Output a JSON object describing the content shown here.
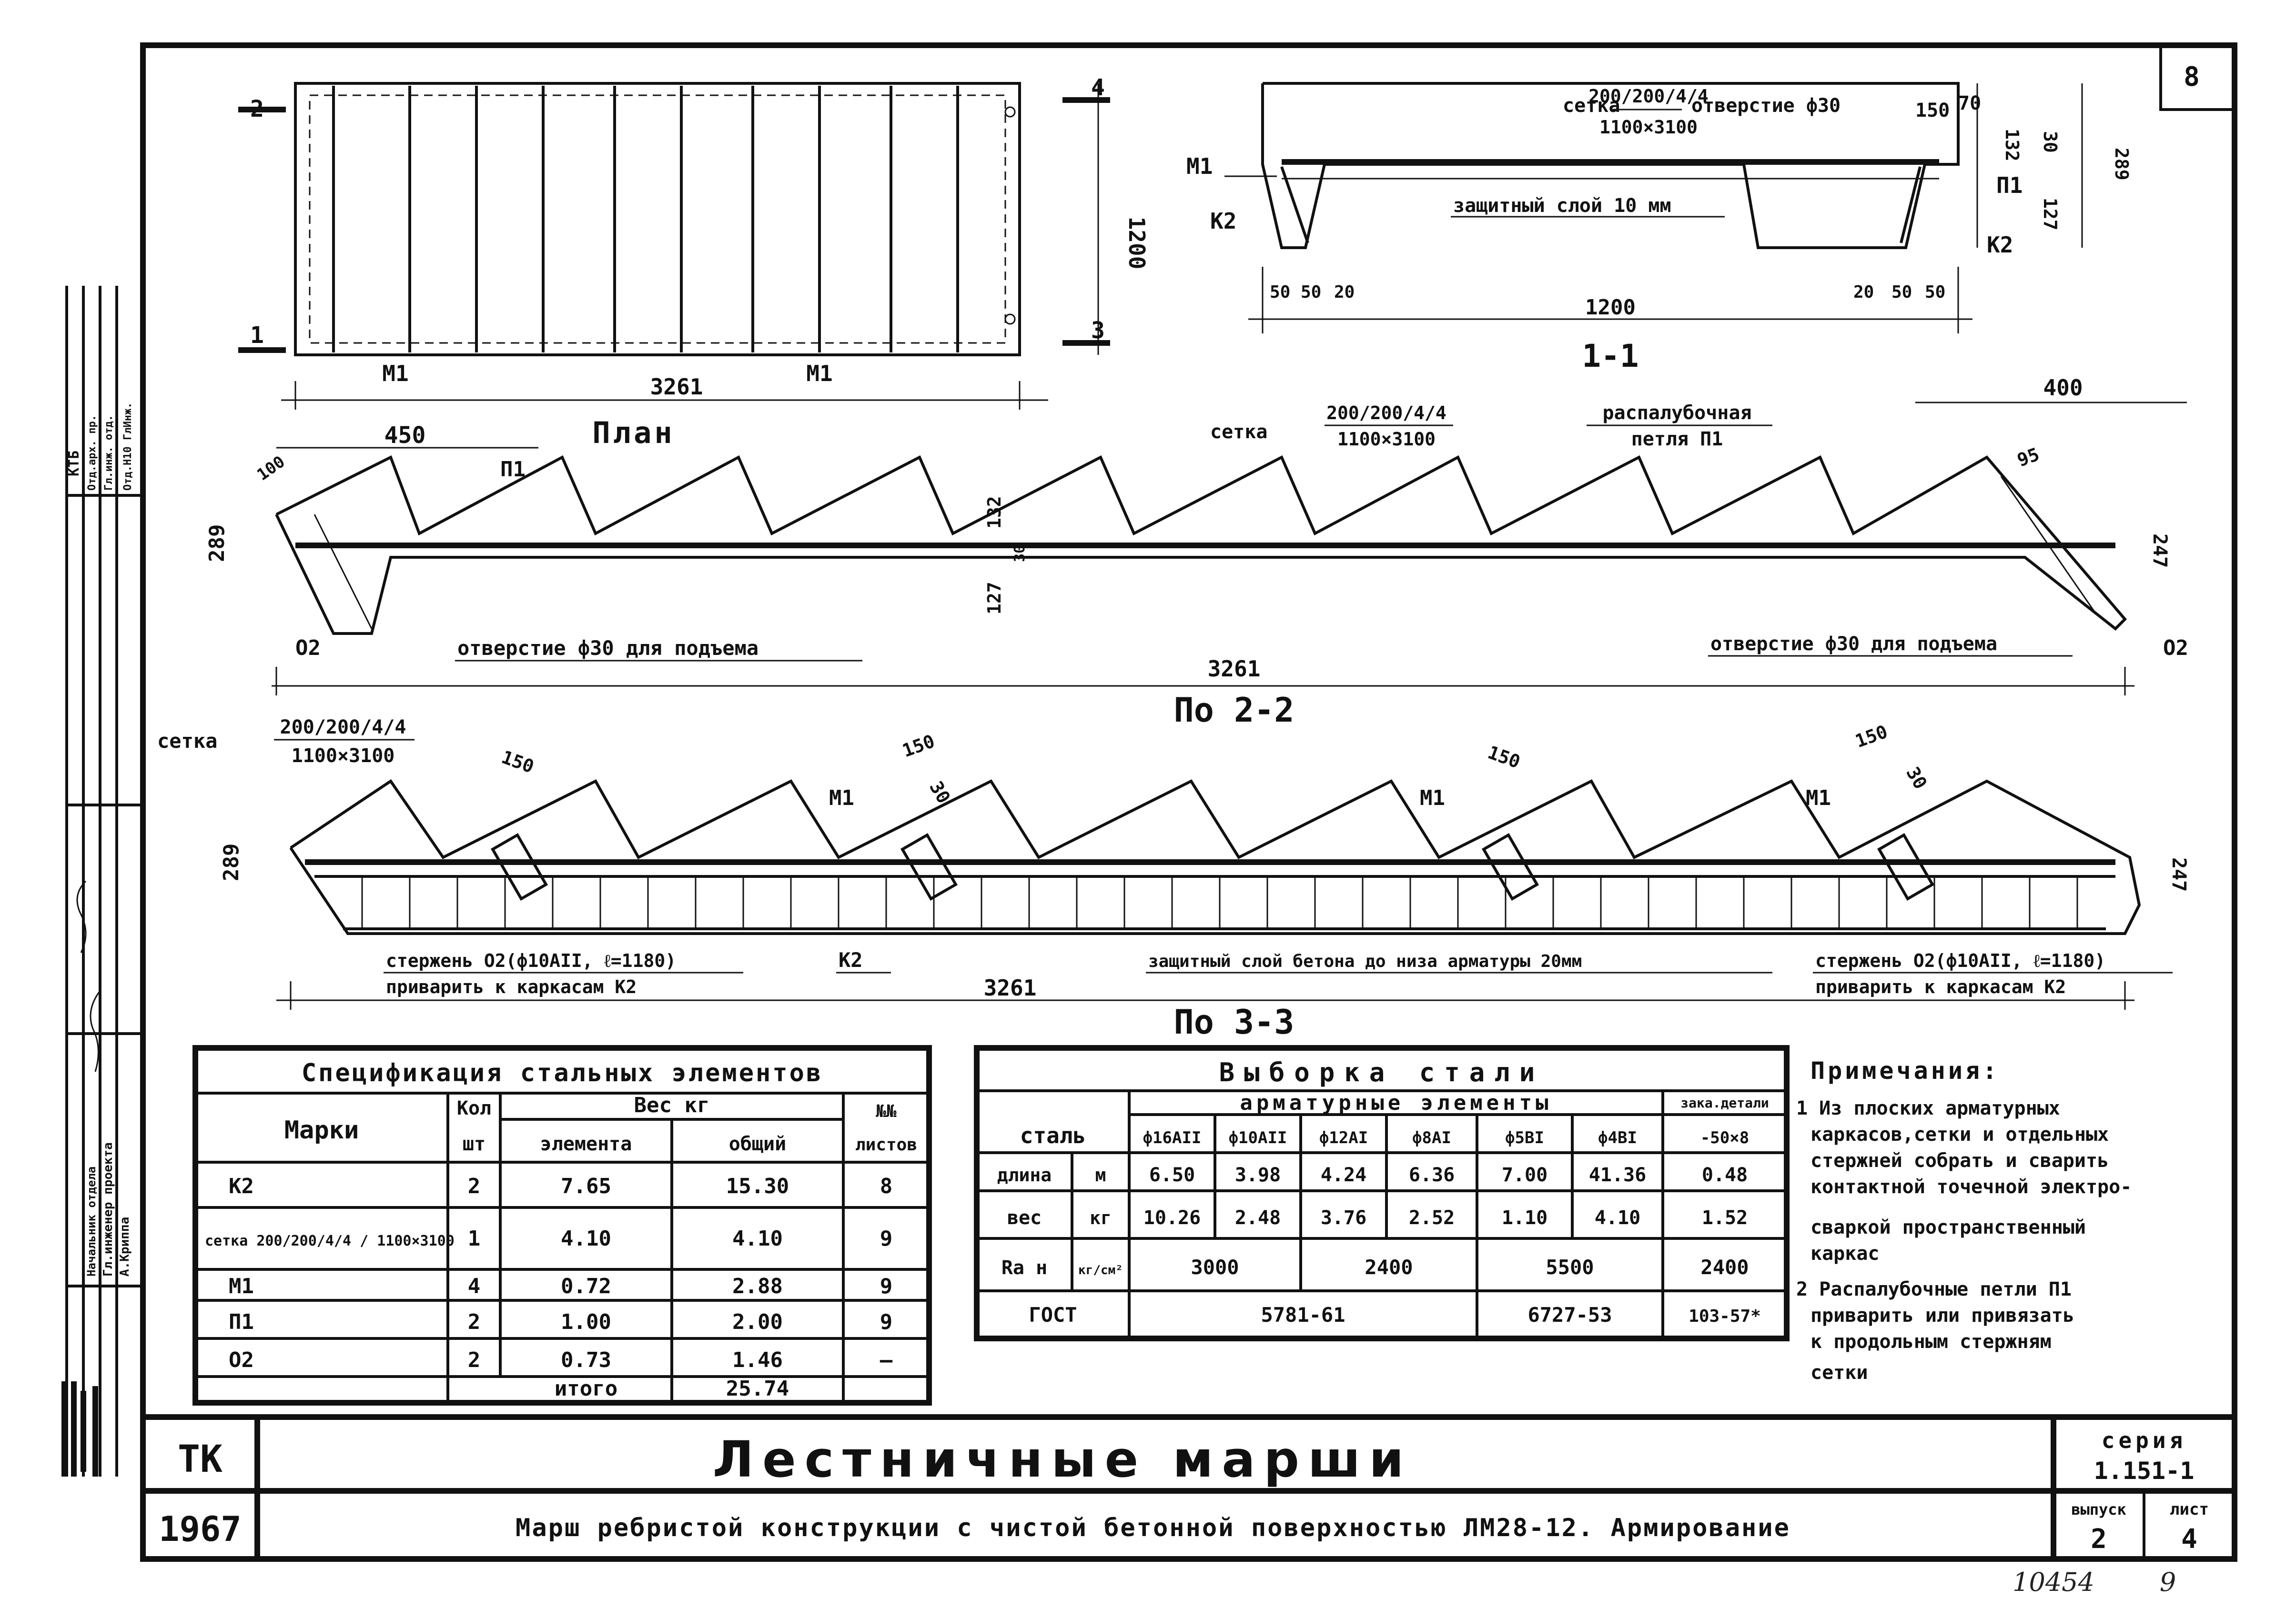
{
  "sheet_corner": "8",
  "plan": {
    "label": "План",
    "dim_length": "3261",
    "dim_width": "1200",
    "mark_m1": "М1",
    "mark_m1_b": "М1",
    "cut_2": "2",
    "cut_1": "1",
    "cut_3": "3",
    "cut_4": "4"
  },
  "section_1_1": {
    "label": "1-1",
    "mesh": "сетка",
    "mesh_frac_top": "200/200/4/4",
    "mesh_frac_bottom": "1100×3100",
    "hole": "отверстие ф30",
    "protective": "защитный слой 10 мм",
    "m1": "М1",
    "k2_left": "К2",
    "k2_right": "К2",
    "p1": "П1",
    "dim_150": "150",
    "dim_70": "70",
    "dim_132": "132",
    "dim_30": "30",
    "dim_289": "289",
    "dim_127": "127",
    "dim_1200": "1200",
    "dim_50a": "50",
    "dim_50b": "50",
    "dim_20a": "20",
    "dim_20b": "20",
    "dim_50c": "50",
    "dim_50d": "50"
  },
  "section_2_2": {
    "label": "По 2-2",
    "dim_450": "450",
    "dim_100": "100",
    "p1": "П1",
    "mesh": "сетка",
    "mesh_frac_top": "200/200/4/4",
    "mesh_frac_bottom": "1100×3100",
    "loop_line1": "распалубочная",
    "loop_line2": "петля П1",
    "dim_400": "400",
    "dim_95": "95",
    "dim_289": "289",
    "dim_132": "132",
    "dim_30": "30",
    "dim_127": "127",
    "dim_247": "247",
    "o2_left": "О2",
    "o2_right": "О2",
    "hole_left": "отверстие ф30 для подъема",
    "hole_right": "отверстие ф30 для подъема",
    "dim_3261": "3261"
  },
  "section_3_3": {
    "label": "По 3-3",
    "mesh": "сетка",
    "mesh_frac_top": "200/200/4/4",
    "mesh_frac_bottom": "1100×3100",
    "dim_150a": "150",
    "dim_150b": "150",
    "dim_30a": "30",
    "dim_150c": "150",
    "dim_150d": "150",
    "dim_30b": "30",
    "m1_a": "М1",
    "m1_b": "М1",
    "m1_c": "М1",
    "dim_289": "289",
    "dim_247": "247",
    "rod_left_1": "стержень О2(ф10АII, ℓ=1180)",
    "rod_left_2": "приварить к каркасам К2",
    "k2": "К2",
    "protective": "защитный слой бетона до низа арматуры 20мм",
    "rod_right_1": "стержень О2(ф10АII, ℓ=1180)",
    "rod_right_2": "приварить к каркасам К2",
    "dim_3261": "3261"
  },
  "spec_table": {
    "title": "Спецификация стальных элементов",
    "h_marks": "Марки",
    "h_qty_1": "Кол",
    "h_qty_2": "шт",
    "h_weight": "Вес кг",
    "h_element": "элемента",
    "h_total": "общий",
    "h_sheet_1": "№№",
    "h_sheet_2": "листов",
    "rows": [
      {
        "mark": "К2",
        "qty": "2",
        "el": "7.65",
        "total": "15.30",
        "sheet": "8"
      },
      {
        "mark": "сетка 200/200/4/4 / 1100×3100",
        "qty": "1",
        "el": "4.10",
        "total": "4.10",
        "sheet": "9"
      },
      {
        "mark": "М1",
        "qty": "4",
        "el": "0.72",
        "total": "2.88",
        "sheet": "9"
      },
      {
        "mark": "П1",
        "qty": "2",
        "el": "1.00",
        "total": "2.00",
        "sheet": "9"
      },
      {
        "mark": "О2",
        "qty": "2",
        "el": "0.73",
        "total": "1.46",
        "sheet": "—"
      }
    ],
    "total_label": "итого",
    "total_value": "25.74"
  },
  "steel_table": {
    "title": "Выборка стали",
    "h_steel": "сталь",
    "h_rebar": "арматурные элементы",
    "h_embed": "зака.детали",
    "cols": [
      "ф16АII",
      "ф10АII",
      "ф12АI",
      "ф8АI",
      "ф5ВI",
      "ф4ВI",
      "-50×8"
    ],
    "len_label": "длина",
    "len_unit": "м",
    "len_vals": [
      "6.50",
      "3.98",
      "4.24",
      "6.36",
      "7.00",
      "41.36",
      "0.48"
    ],
    "w_label": "вес",
    "w_unit": "кг",
    "w_vals": [
      "10.26",
      "2.48",
      "3.76",
      "2.52",
      "1.10",
      "4.10",
      "1.52"
    ],
    "ra_label": "Ra н",
    "ra_unit": "кг/см²",
    "ra_vals": [
      "3000",
      "2400",
      "5500",
      "2400"
    ],
    "gost_label": "ГОСТ",
    "gost_vals": [
      "5781-61",
      "6727-53",
      "103-57*"
    ]
  },
  "notes": {
    "title": "Примечания:",
    "lines": [
      "1 Из плоских арматурных",
      "каркасов,сетки и отдельных",
      "стержней собрать и сварить",
      "контактной точечной электро-",
      "сваркой пространственный",
      "каркас",
      "2 Распалубочные петли П1",
      "приварить или привязать",
      "к продольным стержням",
      "сетки"
    ]
  },
  "title_block": {
    "org": "ТК",
    "year": "1967",
    "main_title": "Лестничные марши",
    "subtitle": "Марш ребристой конструкции с чистой бетонной поверхностью ЛМ28-12. Армирование",
    "series_label": "серия",
    "series_value": "1.151-1",
    "issue_label": "выпуск",
    "issue_value": "2",
    "sheet_label": "лист",
    "sheet_value": "4",
    "archive_no": "10454",
    "archive_page": "9"
  },
  "side_stamp": {
    "cells": [
      "КТБ",
      "Отд.арх. пр.",
      "Гл.инж. отд.",
      "Отд.Н10 ГлИнж.",
      "Гл.инженер проекта",
      "А.Криппа",
      "Начальник отдела"
    ]
  }
}
